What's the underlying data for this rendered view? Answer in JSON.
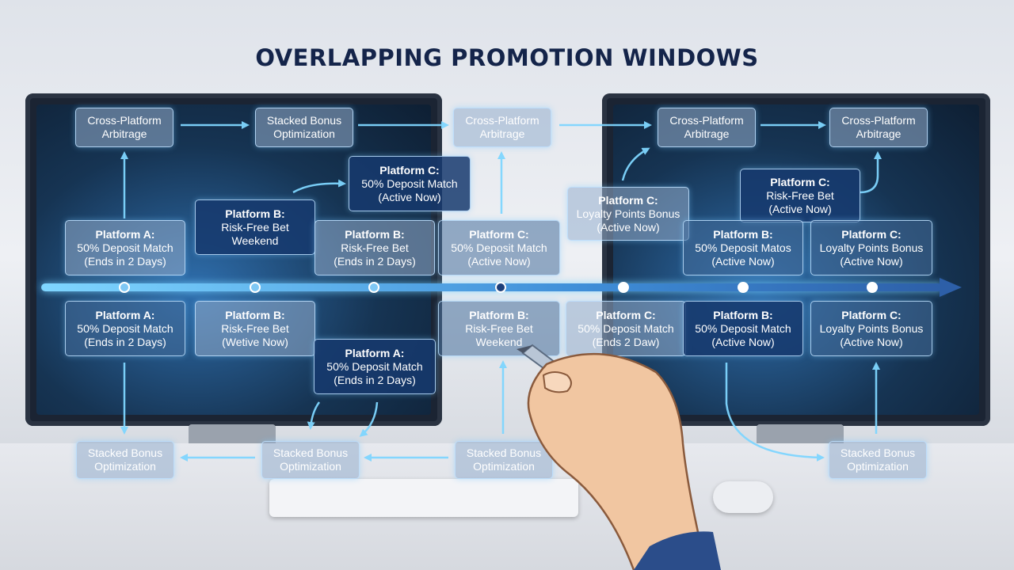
{
  "title": "OVERLAPPING PROMOTION WINDOWS",
  "top_row": [
    {
      "line1": "Cross-Platform",
      "line2": "Arbitrage"
    },
    {
      "line1": "Stacked Bonus",
      "line2": "Optimization"
    },
    {
      "line1": "Cross-Platform",
      "line2": "Arbitrage"
    },
    {
      "line1": "Cross-Platform",
      "line2": "Arbitrage"
    },
    {
      "line1": "Cross-Platform",
      "line2": "Arbitrage"
    }
  ],
  "upper_mid": [
    {
      "platform": "Platform B:",
      "line2": "Risk-Free Bet",
      "line3": "Weekend"
    },
    {
      "platform": "Platform C:",
      "line2": "50% Deposit Match",
      "line3": "(Active Now)"
    },
    {
      "platform": "Platform C:",
      "line2": "Loyalty Points Bonus",
      "line3": "(Active Now)"
    },
    {
      "platform": "Platform C:",
      "line2": "Risk-Free Bet",
      "line3": "(Active Now)"
    }
  ],
  "above_timeline": [
    {
      "platform": "Platform A:",
      "line2": "50% Deposit Match",
      "line3": "(Ends in 2 Days)"
    },
    {
      "platform": "Platform B:",
      "line2": "Risk-Free Bet",
      "line3": "(Ends in 2 Days)"
    },
    {
      "platform": "Platform C:",
      "line2": "50% Deposit Match",
      "line3": "(Active Now)"
    },
    {
      "platform": "Platform B:",
      "line2": "50% Deposit Matos",
      "line3": "(Active Now)"
    },
    {
      "platform": "Platform C:",
      "line2": "Loyalty Points Bonus",
      "line3": "(Active Now)"
    }
  ],
  "below_timeline": [
    {
      "platform": "Platform A:",
      "line2": "50% Deposit Match",
      "line3": "(Ends in 2 Days)"
    },
    {
      "platform": "Platform B:",
      "line2": "Risk-Free Bet",
      "line3": "(Wetive Now)"
    },
    {
      "platform": "Platform B:",
      "line2": "Risk-Free Bet",
      "line3": "Weekend"
    },
    {
      "platform": "Platform C:",
      "line2": "50% Deposit Match",
      "line3": "(Ends 2 Daw)"
    },
    {
      "platform": "Platform B:",
      "line2": "50% Deposit Match",
      "line3": "(Active Now)"
    },
    {
      "platform": "Platform C:",
      "line2": "Loyalty Points Bonus",
      "line3": "(Active Now)"
    }
  ],
  "lower_mid": [
    {
      "platform": "Platform A:",
      "line2": "50% Deposit Match",
      "line3": "(Ends in 2 Days)"
    }
  ],
  "bottom_row": [
    {
      "line1": "Stacked Bonus",
      "line2": "Optimization"
    },
    {
      "line1": "Stacked Bonus",
      "line2": "Optimization"
    },
    {
      "line1": "Stacked Bonus",
      "line2": "Optimization"
    },
    {
      "line1": "Stacked Bonus",
      "line2": "Optimization"
    }
  ],
  "icons": {
    "pen": "pen-icon",
    "hand": "hand-illustration"
  },
  "colors": {
    "title": "#14244a",
    "timeline": "#3f8ed8",
    "arrow": "#7fd6ff",
    "box_border": "#bee1ff"
  }
}
